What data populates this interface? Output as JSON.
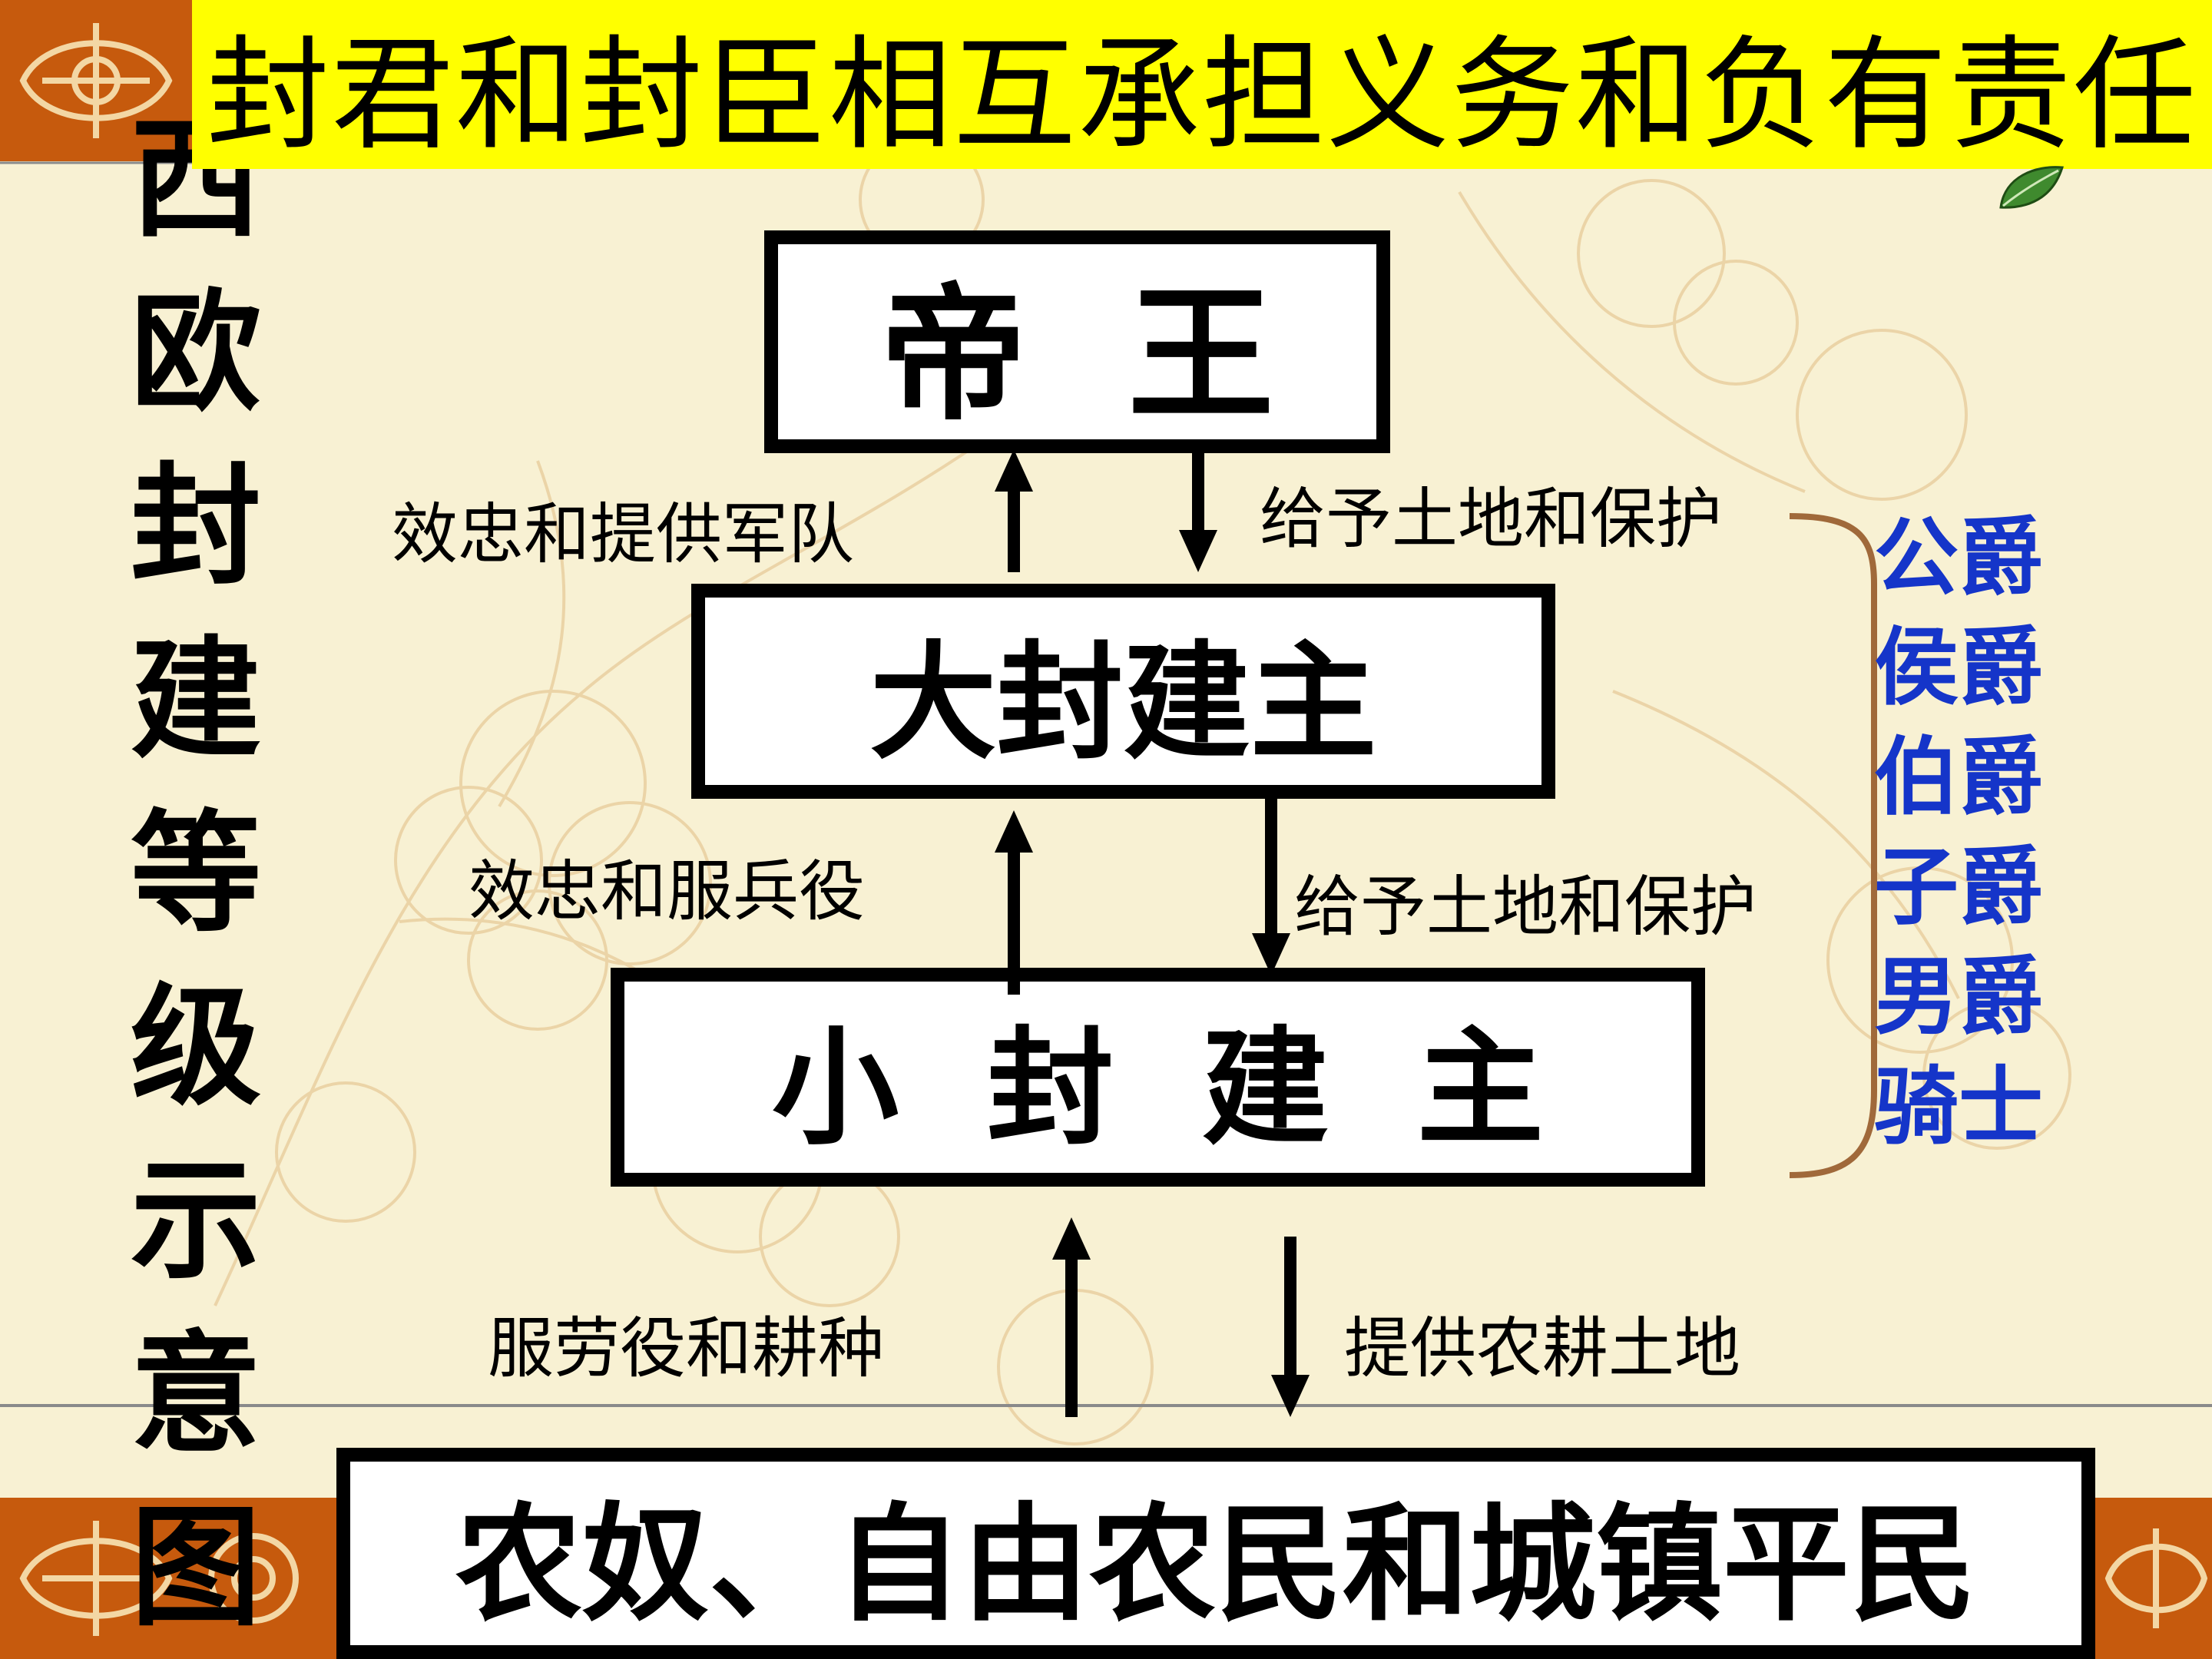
{
  "title": "封君和封臣相互承担义务和负有责任",
  "vertical_title": [
    "西",
    "欧",
    "封",
    "建",
    "等",
    "级",
    "示",
    "意",
    "图"
  ],
  "boxes": {
    "emperor": "帝  王",
    "great_lord": "大封建主",
    "small_lord": "小  封  建  主",
    "serfs": "农奴、自由农民和城镇平民"
  },
  "labels": {
    "great_to_emperor": "效忠和提供军队",
    "emperor_to_great": "给予土地和保护",
    "small_to_great": "效忠和服兵役",
    "great_to_small": "给予土地和保护",
    "serfs_to_small": "服劳役和耕种",
    "small_to_serfs": "提供农耕土地"
  },
  "ranks": [
    "公爵",
    "侯爵",
    "伯爵",
    "子爵",
    "男爵",
    "骑士"
  ],
  "colors": {
    "banner": "#ffff00",
    "background": "#f8f1d3",
    "ornament": "#c65a0d",
    "rank_text": "#1535c9",
    "brace": "#a0693a"
  }
}
